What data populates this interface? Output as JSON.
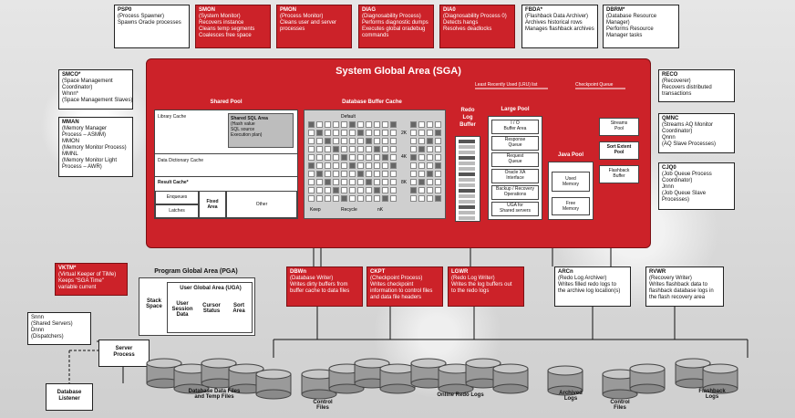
{
  "top_processes": [
    {
      "name": "PSP0",
      "desc": "(Process Spawner)\nSpawns Oracle processes"
    },
    {
      "name": "SMON",
      "desc": "(System Monitor)\nRecovers instance\nCleans temp segments\nCoalesces free space"
    },
    {
      "name": "PMON",
      "desc": "(Process Monitor)\nCleans user and server\nprocesses"
    },
    {
      "name": "DIAG",
      "desc": "(Diagnosability Process)\nPerforms diagnostic dumps\nExecutes global oradebug\ncommands"
    },
    {
      "name": "DIA0",
      "desc": "(Diagnosability Process 0)\nDetects hangs\nResolves deadlocks"
    },
    {
      "name": "FBDA*",
      "desc": "(Flashback Data Archiver)\nArchives historical rows\nManages flashback archives"
    },
    {
      "name": "DBRM*",
      "desc": "(Database Resource\nManager)\nPerforms Resource\nManager tasks"
    }
  ],
  "left_processes": [
    {
      "name": "SMCO*",
      "desc": "(Space Management\nCoordinator)\nWnnn*\n(Space Management Slaves)"
    },
    {
      "name": "MMAN",
      "desc": "(Memory Manager\nProcess – ASMM)\nMMON\n(Memory Monitor Process)\nMMNL\n(Memory Monitor Light\nProcess – AWR)"
    }
  ],
  "right_processes": [
    {
      "name": "RECO",
      "desc": "(Recoverer)\nRecovers distributed\ntransactions"
    },
    {
      "name": "QMNC",
      "desc": "(Streams AQ Monitor\nCoordinator)\nQnnn\n(AQ Slave Processes)"
    },
    {
      "name": "CJQ0",
      "desc": "(Job Queue Process\nCoordinator)\nJnnn\n(Job Queue Slave\nProcesses)"
    }
  ],
  "sga": {
    "title": "System Global Area (SGA)",
    "lru_label": "Least Recently Used (LRU) list",
    "checkpoint_label": "Checkpoint Queue",
    "shared_pool": "Shared Pool",
    "library_cache": "Library Cache",
    "shared_sql_area": "Shared SQL Area",
    "shared_sql_sub": "(Hash value\nSQL source\nExecution plan)",
    "data_dictionary_cache": "Data Dictionary Cache",
    "result_cache": "Result Cache*",
    "enqueues": "Enqueues",
    "latches": "Latches",
    "fixed_area": "Fixed\nArea",
    "other": "Other",
    "buffer_cache": "Database Buffer Cache",
    "default": "Default",
    "keep": "Keep",
    "recycle": "Recycle",
    "nk": "nK",
    "k2": "2K",
    "k4": "4K",
    "k8": "8K",
    "redo_log_buffer": "Redo\nLog\nBuffer",
    "large_pool": "Large Pool",
    "large_items": [
      "I / O\nBuffer Area",
      "Response\nQueue",
      "Request\nQueue",
      "Oracle XA\nInterface",
      "Backup / Recovery\nOperations",
      "UGA for\nShared servers"
    ],
    "java_pool": "Java Pool",
    "used_memory": "Used\nMemory",
    "free_memory": "Free\nMemory",
    "streams_pool": "Streams\nPool",
    "sort_extent_pool": "Sort Extent\nPool",
    "flashback_buffer": "Flashback\nBuffer"
  },
  "vktm": {
    "name": "VKTM*",
    "desc": "(Virtual Keeper of TiMe)\nKeeps \"SGA Time\"\nvariable current"
  },
  "pga": {
    "title": "Program Global Area (PGA)",
    "uga": "User Global Area (UGA)",
    "stack": "Stack\nSpace",
    "session": "User\nSession\nData",
    "cursor": "Cursor\nStatus",
    "sort": "Sort\nArea"
  },
  "bottom_processes": [
    {
      "name": "DBWn",
      "desc": "(Database Writer)\nWrites dirty buffers from\nbuffer cache to data files"
    },
    {
      "name": "CKPT",
      "desc": "(Checkpoint Process)\nWrites checkpoint\ninformation to control files\nand data file headers"
    },
    {
      "name": "LGWR",
      "desc": "(Redo Log Writer)\nWrites the log buffers out\nto the redo logs"
    },
    {
      "name": "ARCn",
      "desc": "(Redo Log Archiver)\nWrites filled redo logs to\nthe archive log location(s)"
    },
    {
      "name": "RVWR",
      "desc": "(Recovery Writer)\nWrites flashback data to\nflashback database logs in\nthe flash recovery area"
    }
  ],
  "snnn": "Snnn\n(Shared Servers)\nDnnn\n(Dispatchers)",
  "server_process": "Server\nProcess",
  "database_listener": "Database\nListener",
  "storage": {
    "datafiles": "Database Data Files\nand Temp Files",
    "control1": "Control\nFiles",
    "online_redo": "Online Redo Logs",
    "archived": "Archived\nLogs",
    "control2": "Control\nFiles",
    "flashback_logs": "Flashback\nLogs"
  },
  "colors": {
    "accent": "#cc2229",
    "dark": "#7a1014"
  }
}
